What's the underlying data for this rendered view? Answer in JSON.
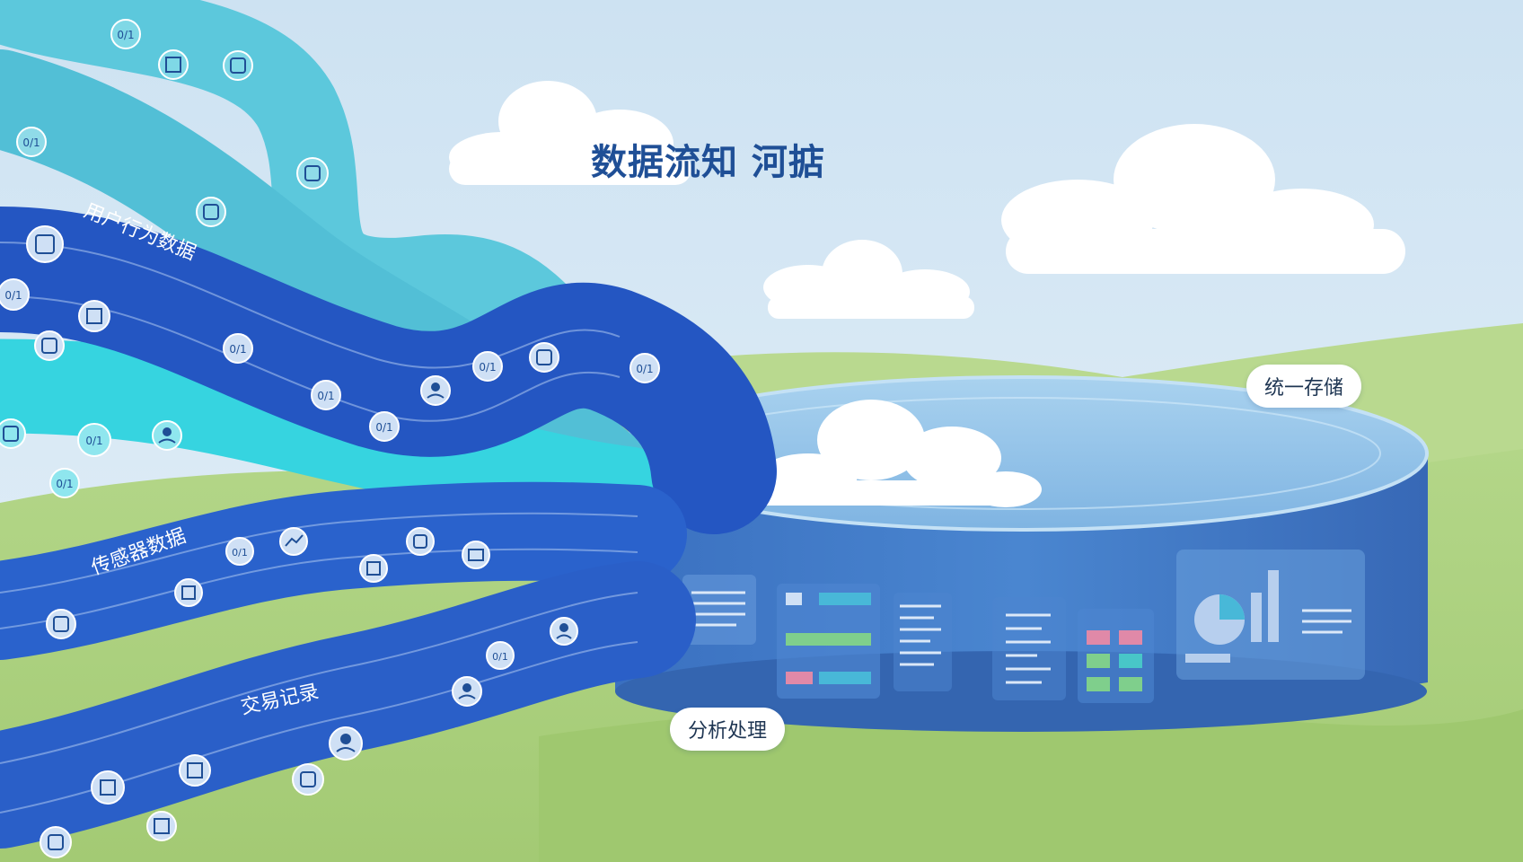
{
  "title": "数据流知 河掂",
  "labels": {
    "storage": "统一存储",
    "analysis": "分析处理"
  },
  "streams": [
    {
      "label": "用户行为数据",
      "color": "#2456c2"
    },
    {
      "label": "传感器数据",
      "color": "#2a62cc"
    },
    {
      "label": "交易记录",
      "color": "#2a5fc8"
    }
  ],
  "icon_text": "0/1",
  "colors": {
    "sky_top": "#cfe3f2",
    "sky_bottom": "#e3eff7",
    "grass": "#a9cf7c",
    "grass_dark": "#96c269",
    "teal": "#4ec3d6",
    "cyan": "#38d6e2",
    "lake_side": "#3f78c8",
    "lake_top": "#8fc1e8",
    "title": "#1f4f96"
  }
}
